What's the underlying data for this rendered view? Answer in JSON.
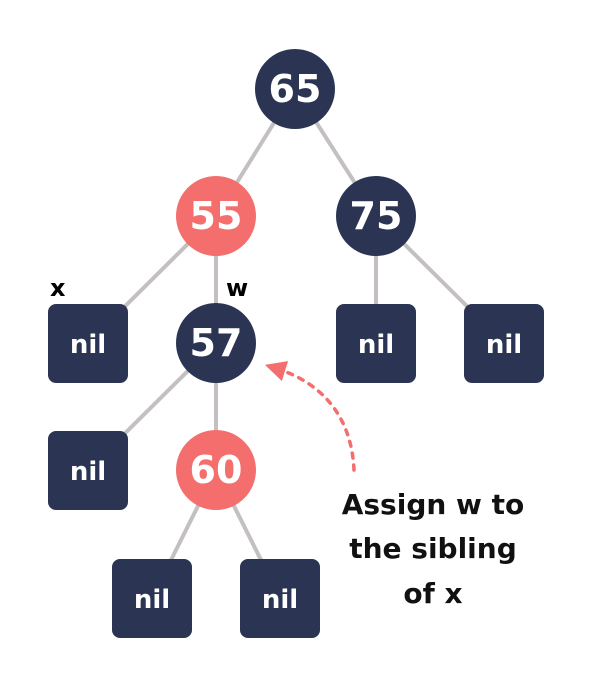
{
  "colors": {
    "dark_node": "#2b3452",
    "red_node": "#f46e6e",
    "edge": "#c4c0c0",
    "arrow": "#f46e6e",
    "label_text": "#000000",
    "caption_text": "#111111"
  },
  "tree": {
    "root": {
      "value": "65",
      "color": "dark"
    },
    "n55": {
      "value": "55",
      "color": "red"
    },
    "n75": {
      "value": "75",
      "color": "dark"
    },
    "n57": {
      "value": "57",
      "color": "dark"
    },
    "n60": {
      "value": "60",
      "color": "red"
    },
    "nil_label": "nil"
  },
  "labels": {
    "x": "x",
    "w": "w"
  },
  "caption": {
    "lines": [
      "Assign w to",
      "the sibling",
      "of x"
    ]
  }
}
